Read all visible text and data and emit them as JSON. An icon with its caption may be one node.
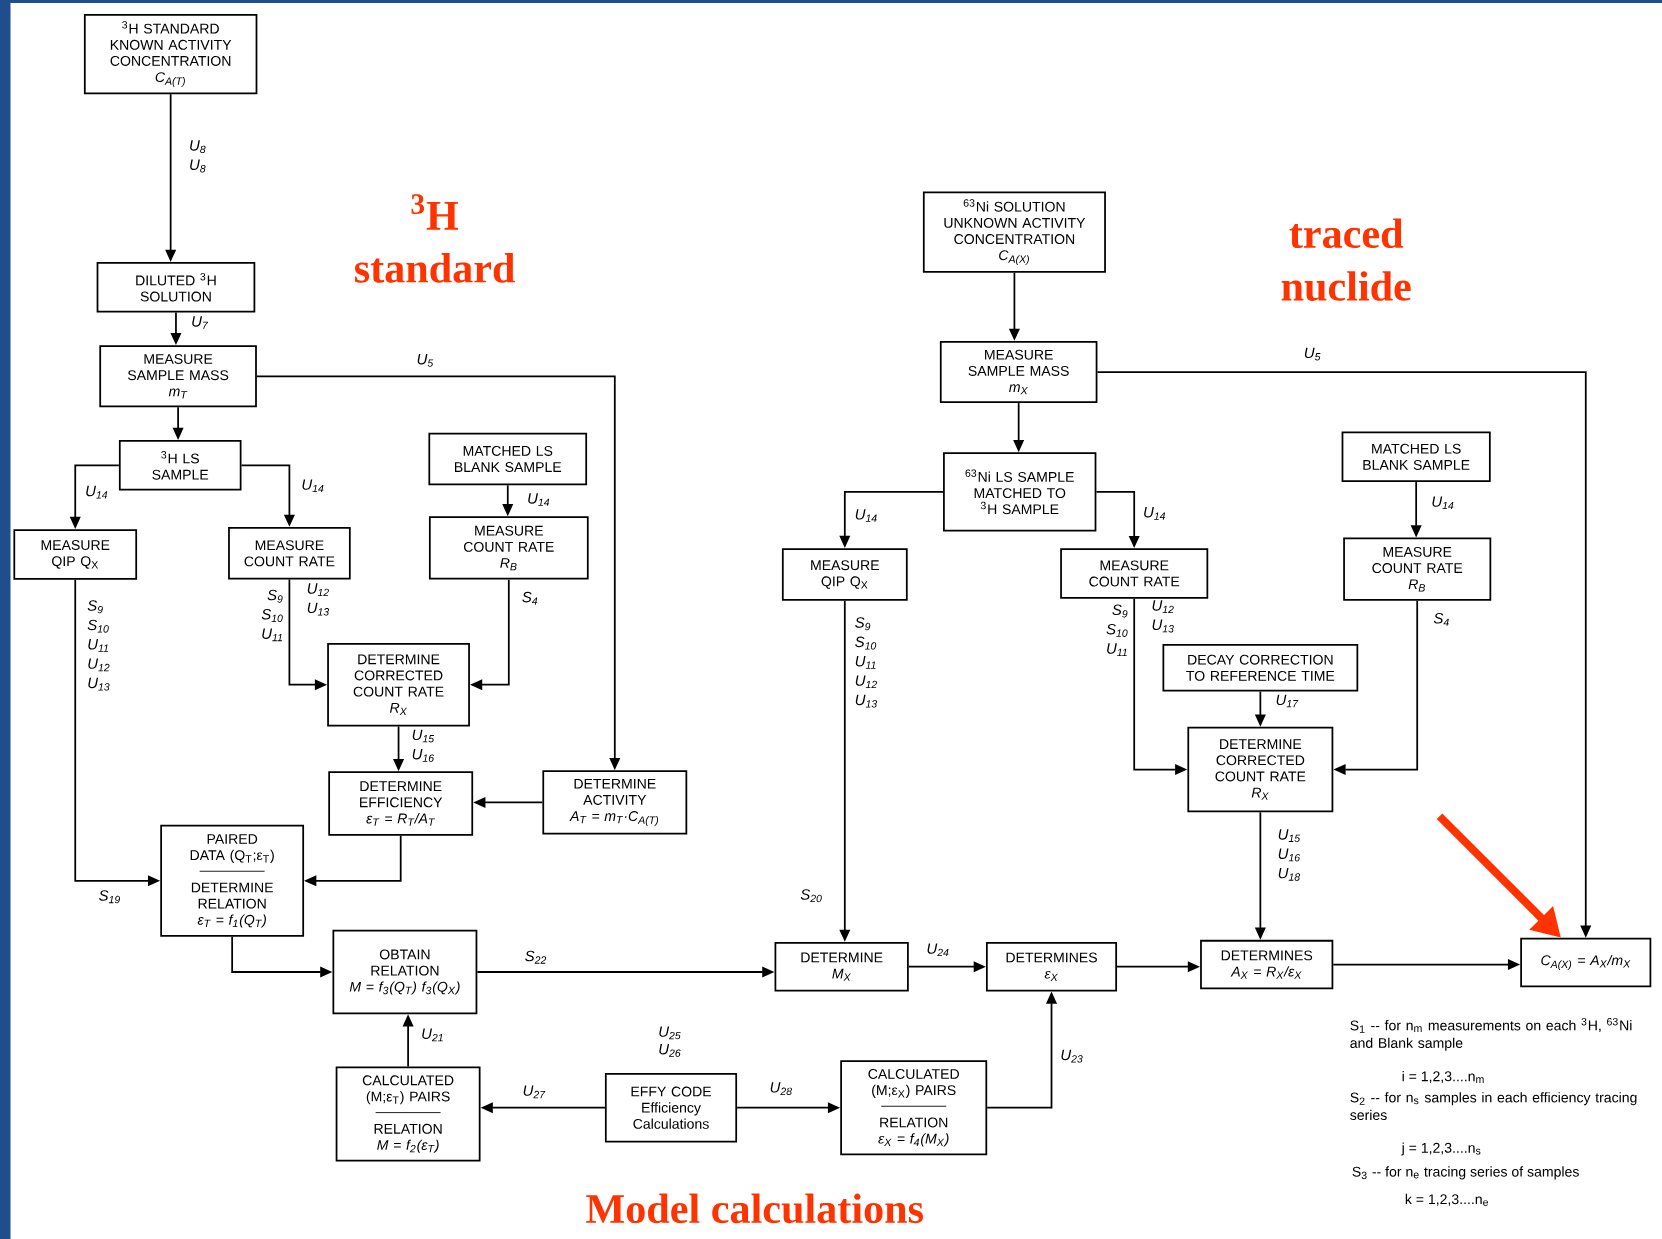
{
  "diagram": {
    "nodes": [
      {
        "text": [
          "$^{3}$H STANDARD KNOWN ACTIVITY CONCENTRATION",
          "C$_{A(T)}$"
        ]
      },
      {
        "text": [
          "DILUTED $^{3}$H SOLUTION"
        ]
      },
      {
        "text": [
          "MEASURE SAMPLE MASS",
          "m$_{T}$"
        ]
      },
      {
        "text": [
          "$^{3}$H LS SAMPLE"
        ]
      },
      {
        "text": [
          "MEASURE QIP Q$_{X}$"
        ]
      },
      {
        "text": [
          "MEASURE COUNT RATE"
        ]
      },
      {
        "text": [
          "MATCHED LS BLANK SAMPLE"
        ]
      },
      {
        "text": [
          "MEASURE COUNT RATE",
          "R$_{B}$"
        ]
      },
      {
        "text": [
          "DETERMINE CORRECTED COUNT RATE",
          "R$_{X}$"
        ]
      },
      {
        "text": [
          "DETERMINE EFFICIENCY",
          "ε$_{T}$ = R$_{T}$/A$_{T}$"
        ]
      },
      {
        "text": [
          "DETERMINE ACTIVITY",
          "A$_{T}$ = m$_{T}$·C$_{A(T)}$"
        ]
      },
      {
        "text": [
          "PAIRED DATA (Q$_{T}$;ε$_{T}$)",
          "DETERMINE RELATION",
          "ε$_{T}$ = f$_{1}$(Q$_{T}$)"
        ]
      },
      {
        "text": [
          "OBTAIN RELATION",
          "M = f$_{3}$(Q$_{T}$) f$_{3}$(Q$_{X}$)"
        ]
      },
      {
        "text": [
          "CALCULATED (M;ε$_{T}$) PAIRS",
          "RELATION",
          "M = f$_{2}$(ε$_{T}$)"
        ]
      },
      {
        "text": [
          "EFFY CODE",
          "Efficiency Calculations"
        ],
        "beside": [
          "U$_{25}$ U$_{26}$"
        ]
      },
      {
        "text": [
          "CALCULATED (M;ε$_{X}$) PAIRS",
          "RELATION",
          "ε$_{X}$ = f$_{4}$(M$_{X}$)"
        ]
      },
      {
        "text": [
          "DETERMINE",
          "M$_{X}$"
        ]
      },
      {
        "text": [
          "DETERMINES",
          "ε$_{X}$"
        ]
      },
      {
        "text": [
          "DETERMINES",
          "A$_{X}$ = R$_{X}$/ε$_{X}$"
        ]
      },
      {
        "text": [
          "C$_{A(X)}$ = A$_{X}$/m$_{X}$"
        ]
      },
      {
        "text": [
          "$^{63}$Ni SOLUTION UNKNOWN ACTIVITY CONCENTRATION",
          "C$_{A(X)}$"
        ]
      },
      {
        "text": [
          "MEASURE SAMPLE MASS",
          "m$_{X}$"
        ]
      },
      {
        "text": [
          "$^{63}$Ni LS SAMPLE MATCHED TO $^{3}$H SAMPLE"
        ]
      },
      {
        "text": [
          "MEASURE QIP Q$_{X}$"
        ]
      },
      {
        "text": [
          "MEASURE COUNT RATE"
        ]
      },
      {
        "text": [
          "MATCHED LS BLANK SAMPLE"
        ]
      },
      {
        "text": [
          "MEASURE COUNT RATE",
          "R$_{B}$"
        ]
      },
      {
        "text": [
          "DECAY CORRECTION TO REFERENCE TIME"
        ]
      },
      {
        "text": [
          "DETERMINE CORRECTED COUNT RATE",
          "R$_{X}$"
        ]
      }
    ],
    "edges": [
      {
        "from": 0,
        "to": 1,
        "arrow": "to",
        "label": "U$_{8}$ U$_{8}$"
      },
      {
        "from": 1,
        "to": 2,
        "arrow": "to",
        "label": "U$_{7}$"
      },
      {
        "from": 2,
        "to": 10,
        "arrow": "to",
        "label": "U$_{5}$"
      },
      {
        "from": 2,
        "to": 3,
        "arrow": "to"
      },
      {
        "from": 3,
        "to": 4,
        "arrow": "to",
        "label": "U$_{14}$"
      },
      {
        "from": 3,
        "to": 5,
        "arrow": "to",
        "label": "U$_{14}$"
      },
      {
        "from": 6,
        "to": 7,
        "arrow": "to",
        "label": "U$_{14}$"
      },
      {
        "from": 5,
        "to": 8,
        "arrow": "to",
        "label": "S$_{9}$ S$_{10}$ U$_{11}$"
      },
      {
        "from": 7,
        "to": 8,
        "arrow": "to",
        "label": "S$_{4}$"
      },
      {
        "from": 8,
        "to": 9,
        "arrow": "to",
        "label": "U$_{15}$ U$_{16}$"
      },
      {
        "from": 10,
        "to": 9,
        "arrow": "to"
      },
      {
        "from": 9,
        "to": 11,
        "arrow": "to"
      },
      {
        "from": 4,
        "to": 11,
        "arrow": "to",
        "label": "S$_{9}$ S$_{10}$ U$_{11}$ U$_{12}$ U$_{13}$"
      },
      {
        "from": 11,
        "to": 12,
        "arrow": "to"
      },
      {
        "from": 13,
        "to": 12,
        "arrow": "to",
        "label": "U$_{21}$"
      },
      {
        "from": 14,
        "to": 13,
        "arrow": "to",
        "label": "U$_{27}$"
      },
      {
        "from": 14,
        "to": 15,
        "arrow": "to",
        "label": "U$_{28}$"
      },
      {
        "from": 12,
        "to": 16,
        "arrow": "to",
        "label": "S$_{22}$"
      },
      {
        "from": 23,
        "to": 16,
        "arrow": "to",
        "label": "S$_{9}$ S$_{10}$ U$_{11}$ U$_{12}$ U$_{13}$"
      },
      {
        "from": 16,
        "to": 17,
        "arrow": "to",
        "label": "U$_{24}$"
      },
      {
        "from": 15,
        "to": 17,
        "arrow": "to",
        "label": "U$_{23}$"
      },
      {
        "from": 17,
        "to": 18,
        "arrow": "to"
      },
      {
        "from": 18,
        "to": 19,
        "arrow": "to"
      },
      {
        "from": 20,
        "to": 21,
        "arrow": "to"
      },
      {
        "from": 21,
        "to": 19,
        "arrow": "to",
        "label": "U$_{5}$"
      },
      {
        "from": 21,
        "to": 22,
        "arrow": "to"
      },
      {
        "from": 22,
        "to": 23,
        "arrow": "to",
        "label": "U$_{14}$"
      },
      {
        "from": 22,
        "to": 24,
        "arrow": "to",
        "label": "U$_{14}$"
      },
      {
        "from": 25,
        "to": 26,
        "arrow": "to",
        "label": "U$_{14}$"
      },
      {
        "from": 24,
        "to": 28,
        "arrow": "to",
        "label": "S$_{9}$ S$_{10}$ U$_{11}$"
      },
      {
        "from": 26,
        "to": 28,
        "arrow": "to",
        "label": "S$_{4}$"
      },
      {
        "from": 27,
        "to": 28,
        "arrow": "to",
        "label": "U$_{17}$"
      },
      {
        "from": 28,
        "to": 18,
        "arrow": "to",
        "label": "U$_{15}$ U$_{16}$ U$_{18}$"
      },
      {
        "from": null,
        "to": 19,
        "arrow": "to",
        "style": "thick",
        "color": "#ff3300"
      }
    ],
    "labels": [
      "$^{3}$H standard",
      "traced nuclide",
      "U$_{12}$ U$_{13}$",
      "S$_{19}$",
      "S$_{20}$",
      "U$_{12}$ U$_{13}$",
      "Model calculations",
      "S$_{1}$ -- for n$_{m}$ measurements on each $^{3}$H, $^{63}$Ni and Blank sample",
      "i = 1,2,3....n$_{m}$",
      "S$_{2}$ -- for n$_{s}$ samples in each efficiency tracing series",
      "j = 1,2,3....n$_{s}$",
      "S$_{3}$ -- for n$_{e}$ tracing series of samples",
      "k = 1,2,3....n$_{e}$"
    ]
  }
}
